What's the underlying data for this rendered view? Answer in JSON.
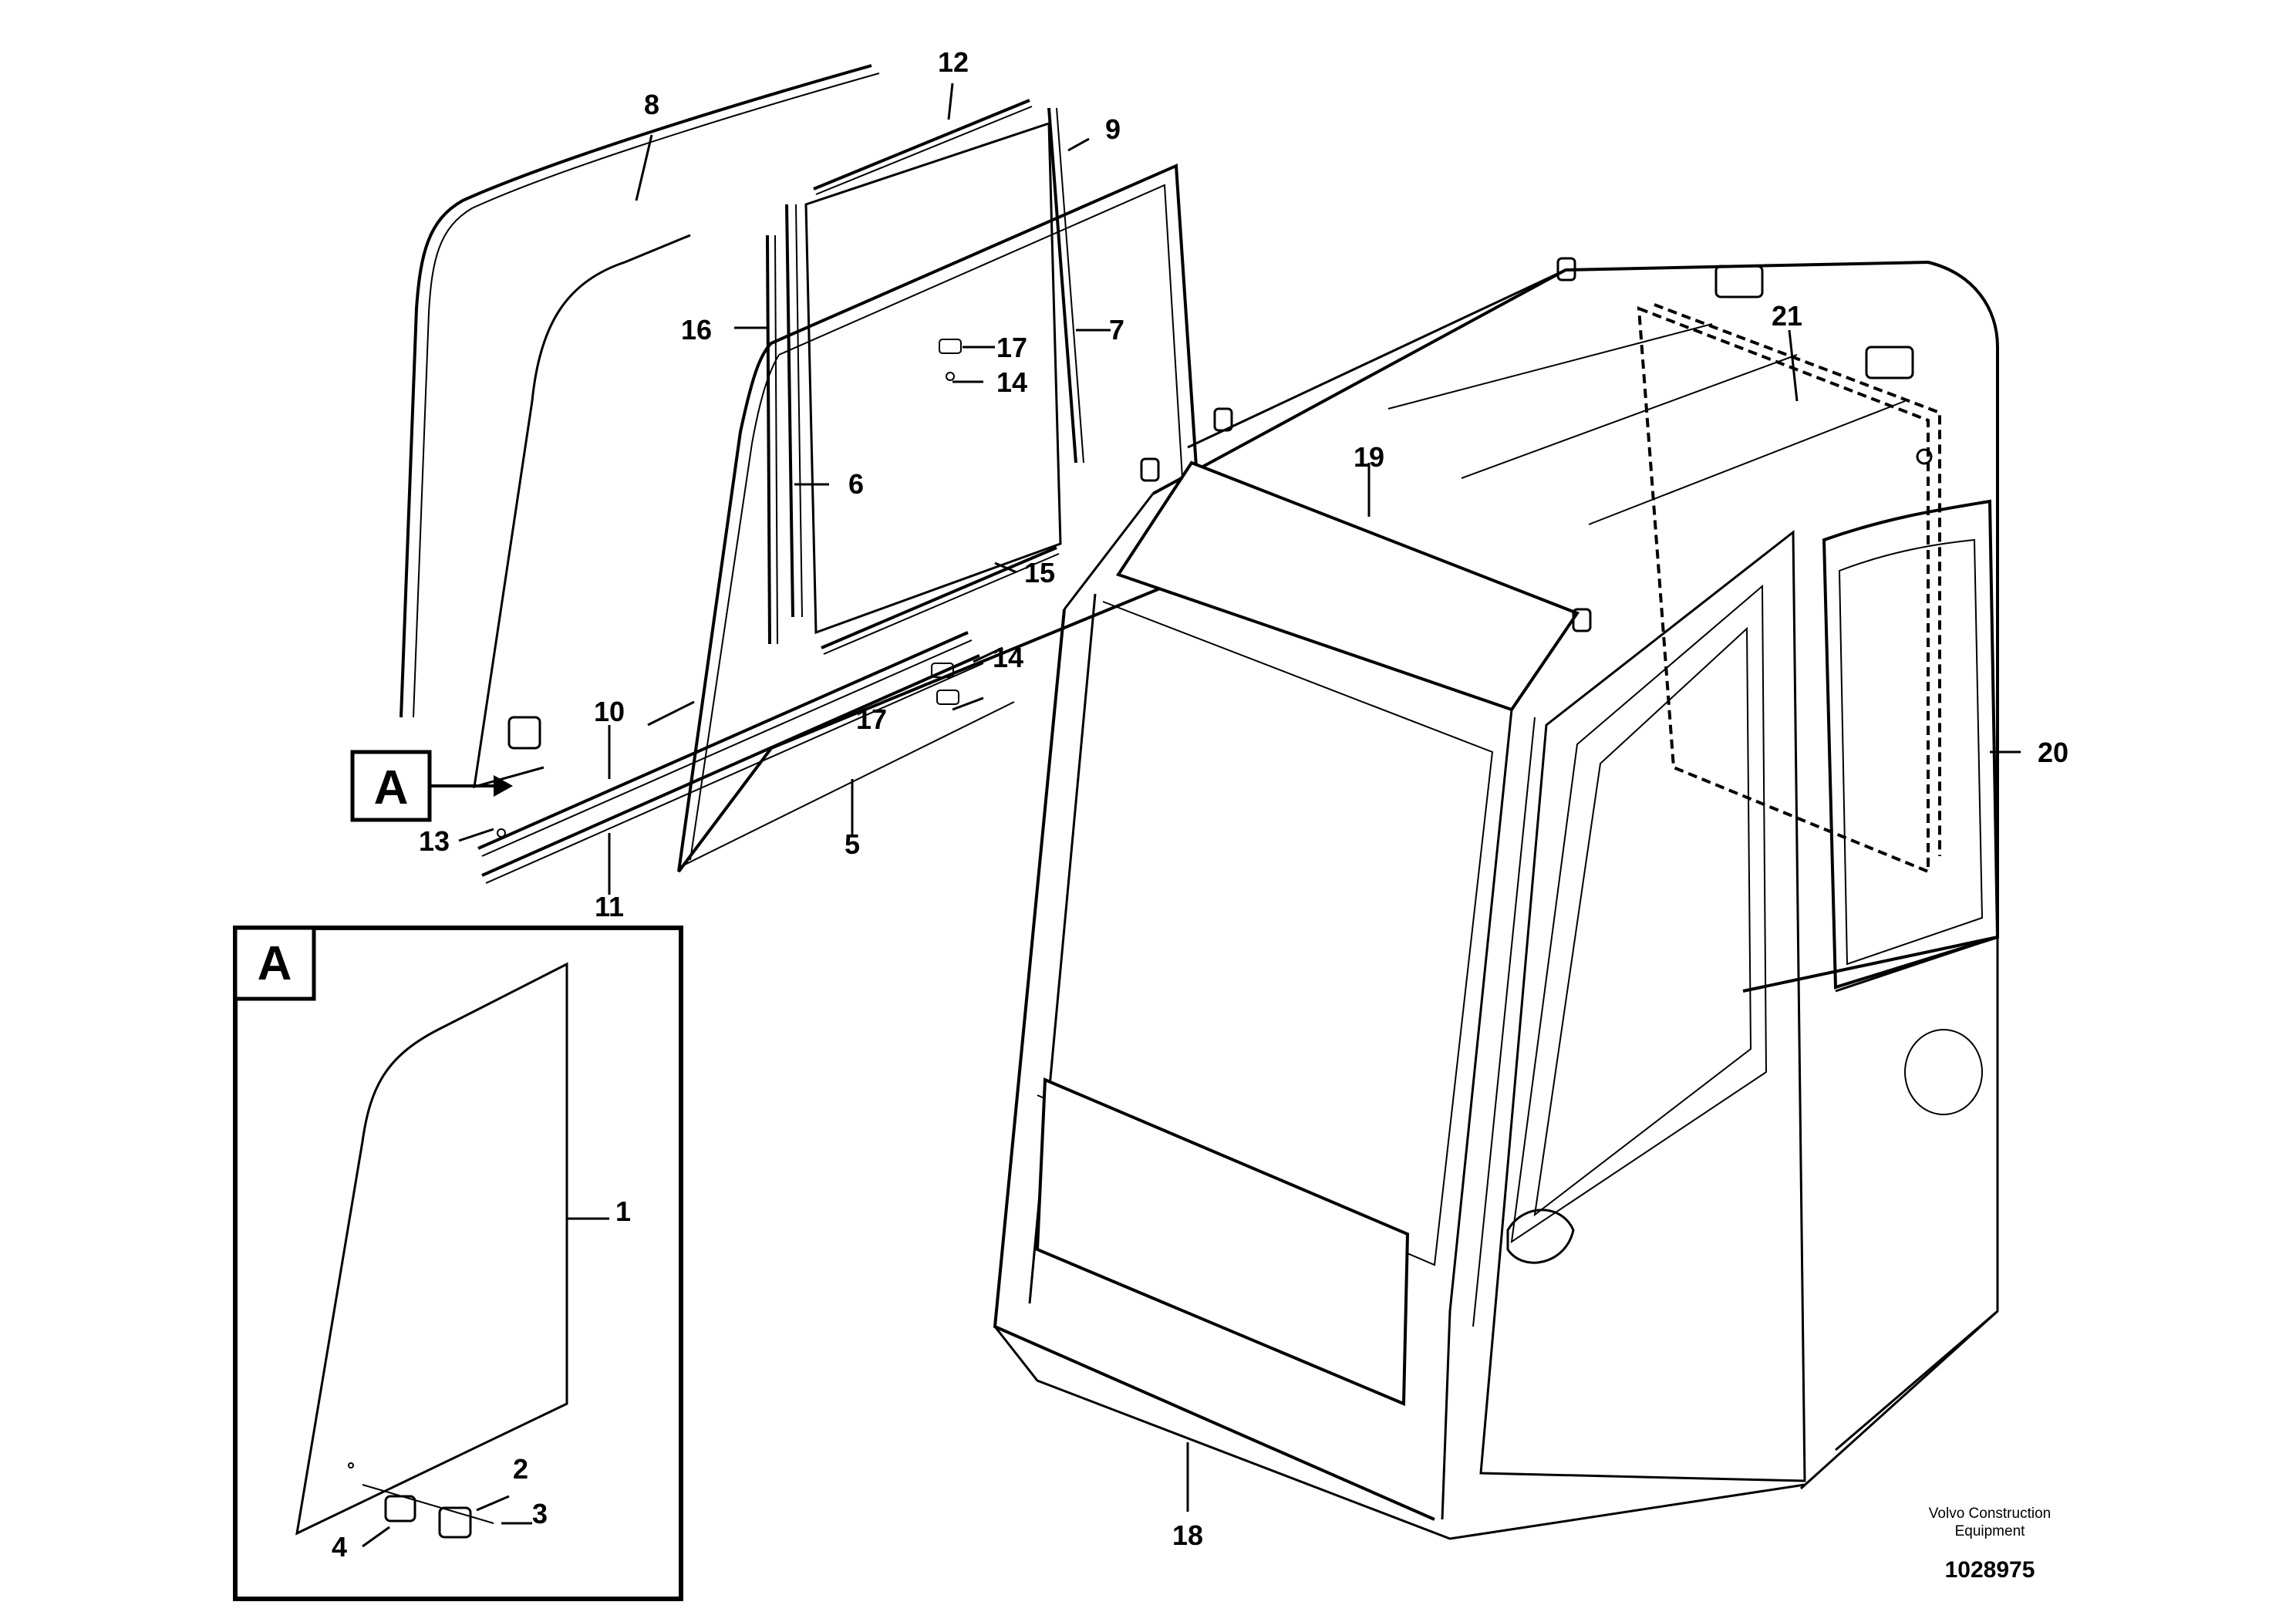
{
  "callouts": {
    "c1": "1",
    "c2": "2",
    "c3": "3",
    "c4": "4",
    "c5": "5",
    "c6": "6",
    "c7": "7",
    "c8": "8",
    "c9": "9",
    "c10": "10",
    "c11": "11",
    "c12": "12",
    "c13": "13",
    "c14a": "14",
    "c14b": "14",
    "c15": "15",
    "c16": "16",
    "c17a": "17",
    "c17b": "17",
    "c18": "18",
    "c19": "19",
    "c20": "20",
    "c21": "21"
  },
  "detail_labels": {
    "main_ref": "A",
    "inset_ref": "A"
  },
  "footer": {
    "brand_line1": "Volvo Construction",
    "brand_line2": "Equipment",
    "drawing_number": "1028975"
  }
}
